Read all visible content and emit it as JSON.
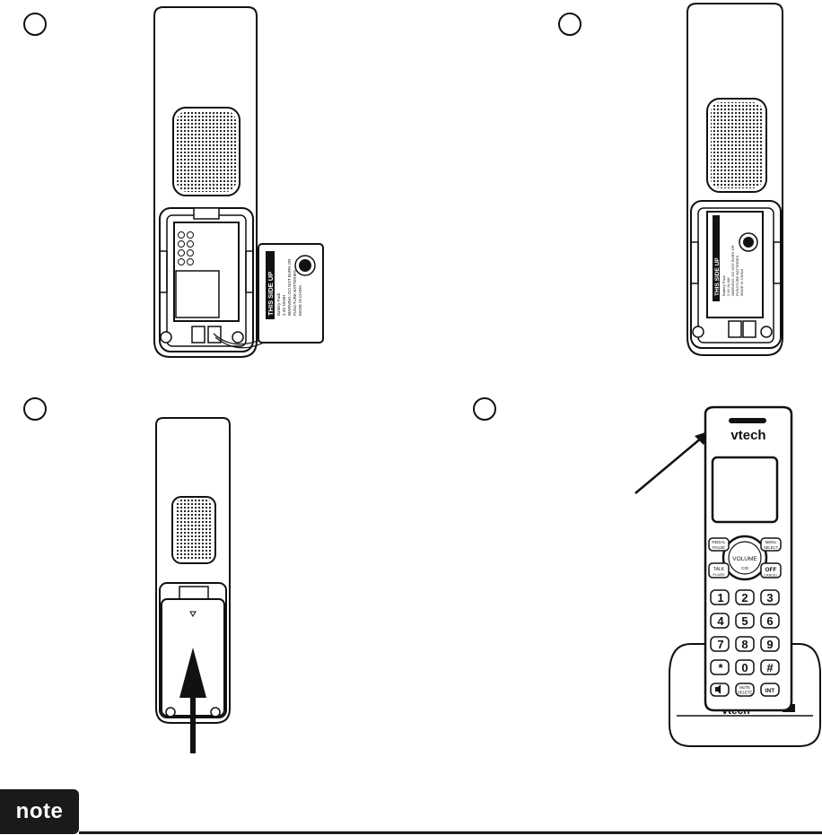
{
  "steps": [
    {
      "label": "",
      "figure": "handset-back-battery-connect"
    },
    {
      "label": "",
      "figure": "handset-back-battery-installed"
    },
    {
      "label": "",
      "figure": "handset-back-cover-slide"
    },
    {
      "label": "",
      "figure": "handset-in-charger"
    }
  ],
  "battery": {
    "heading": "THIS SIDE UP",
    "lines": [
      "Battery Pack",
      "2.4V Ni-MH",
      "WARNING: DO NOT BURN OR",
      "PUNCTURE BATTERIES",
      "MADE IN CHINA"
    ]
  },
  "handset": {
    "brand": "vtech",
    "keys": {
      "redial": "REDIAL",
      "pause": "PAUSE",
      "menu": "MENU",
      "select": "SELECT",
      "volume": "VOLUME",
      "cid": "CID",
      "talk": "TALK",
      "flash": "FLASH",
      "off": "OFF",
      "cancel": "CANCEL",
      "mute": "MUTE",
      "delete": "DELETE",
      "int": "INT",
      "digits": [
        "1",
        "2",
        "3",
        "4",
        "5",
        "6",
        "7",
        "8",
        "9",
        "*",
        "0",
        "#"
      ]
    }
  },
  "charger": {
    "brand": "vtech"
  },
  "note": {
    "label": "note"
  }
}
